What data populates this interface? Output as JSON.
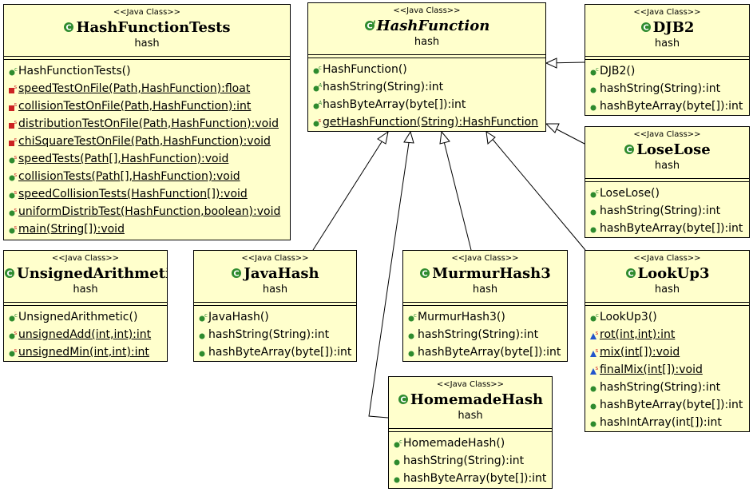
{
  "stereotype": "<<Java Class>>",
  "classes": [
    {
      "id": "tests",
      "name": "HashFunctionTests",
      "package": "hash",
      "ops": [
        {
          "text": "HashFunctionTests()",
          "icon": "constructor",
          "underline": false
        },
        {
          "text": "speedTestOnFile(Path,HashFunction):float",
          "icon": "private-static",
          "underline": true
        },
        {
          "text": "collisionTestOnFile(Path,HashFunction):int",
          "icon": "private-static",
          "underline": true
        },
        {
          "text": "distributionTestOnFile(Path,HashFunction):void",
          "icon": "private-static",
          "underline": true
        },
        {
          "text": "chiSquareTestOnFile(Path,HashFunction):void",
          "icon": "private-static",
          "underline": true
        },
        {
          "text": "speedTests(Path[],HashFunction):void",
          "icon": "public-static",
          "underline": true
        },
        {
          "text": "collisionTests(Path[],HashFunction):void",
          "icon": "public-static",
          "underline": true
        },
        {
          "text": "speedCollisionTests(HashFunction[]):void",
          "icon": "public-static",
          "underline": true
        },
        {
          "text": "uniformDistribTest(HashFunction,boolean):void",
          "icon": "public-static",
          "underline": true
        },
        {
          "text": "main(String[]):void",
          "icon": "public-static",
          "underline": true
        }
      ]
    },
    {
      "id": "hashfunction",
      "name": "HashFunction",
      "package": "hash",
      "abstract": true,
      "ops": [
        {
          "text": "HashFunction()",
          "icon": "constructor",
          "underline": false
        },
        {
          "text": "hashString(String):int",
          "icon": "abstract",
          "underline": false
        },
        {
          "text": "hashByteArray(byte[]):int",
          "icon": "abstract",
          "underline": false
        },
        {
          "text": "getHashFunction(String):HashFunction",
          "icon": "public-static",
          "underline": true
        }
      ]
    },
    {
      "id": "djb2",
      "name": "DJB2",
      "package": "hash",
      "ops": [
        {
          "text": "DJB2()",
          "icon": "constructor",
          "underline": false
        },
        {
          "text": "hashString(String):int",
          "icon": "public",
          "underline": false
        },
        {
          "text": "hashByteArray(byte[]):int",
          "icon": "public",
          "underline": false
        }
      ]
    },
    {
      "id": "loselose",
      "name": "LoseLose",
      "package": "hash",
      "ops": [
        {
          "text": "LoseLose()",
          "icon": "constructor",
          "underline": false
        },
        {
          "text": "hashString(String):int",
          "icon": "public",
          "underline": false
        },
        {
          "text": "hashByteArray(byte[]):int",
          "icon": "public",
          "underline": false
        }
      ]
    },
    {
      "id": "unsigned",
      "name": "UnsignedArithmetic",
      "package": "hash",
      "ops": [
        {
          "text": "UnsignedArithmetic()",
          "icon": "constructor",
          "underline": false
        },
        {
          "text": "unsignedAdd(int,int):int",
          "icon": "public-static",
          "underline": true
        },
        {
          "text": "unsignedMin(int,int):int",
          "icon": "public-static",
          "underline": true
        }
      ]
    },
    {
      "id": "javahash",
      "name": "JavaHash",
      "package": "hash",
      "ops": [
        {
          "text": "JavaHash()",
          "icon": "constructor",
          "underline": false
        },
        {
          "text": "hashString(String):int",
          "icon": "public",
          "underline": false
        },
        {
          "text": "hashByteArray(byte[]):int",
          "icon": "public",
          "underline": false
        }
      ]
    },
    {
      "id": "murmur",
      "name": "MurmurHash3",
      "package": "hash",
      "ops": [
        {
          "text": "MurmurHash3()",
          "icon": "constructor",
          "underline": false
        },
        {
          "text": "hashString(String):int",
          "icon": "public",
          "underline": false
        },
        {
          "text": "hashByteArray(byte[]):int",
          "icon": "public",
          "underline": false
        }
      ]
    },
    {
      "id": "lookup3",
      "name": "LookUp3",
      "package": "hash",
      "ops": [
        {
          "text": "LookUp3()",
          "icon": "constructor",
          "underline": false
        },
        {
          "text": "rot(int,int):int",
          "icon": "package-static",
          "underline": true
        },
        {
          "text": "mix(int[]):void",
          "icon": "package-static",
          "underline": true
        },
        {
          "text": "finalMix(int[]):void",
          "icon": "package-static",
          "underline": true
        },
        {
          "text": "hashString(String):int",
          "icon": "public",
          "underline": false
        },
        {
          "text": "hashByteArray(byte[]):int",
          "icon": "public",
          "underline": false
        },
        {
          "text": "hashIntArray(int[]):int",
          "icon": "public",
          "underline": false
        }
      ]
    },
    {
      "id": "homemade",
      "name": "HomemadeHash",
      "package": "hash",
      "ops": [
        {
          "text": "HomemadeHash()",
          "icon": "constructor",
          "underline": false
        },
        {
          "text": "hashString(String):int",
          "icon": "public",
          "underline": false
        },
        {
          "text": "hashByteArray(byte[]):int",
          "icon": "public",
          "underline": false
        }
      ]
    }
  ],
  "generalizations": [
    {
      "from": "djb2",
      "to": "hashfunction"
    },
    {
      "from": "loselose",
      "to": "hashfunction"
    },
    {
      "from": "javahash",
      "to": "hashfunction"
    },
    {
      "from": "homemade",
      "to": "hashfunction"
    },
    {
      "from": "murmur",
      "to": "hashfunction"
    },
    {
      "from": "lookup3",
      "to": "hashfunction"
    }
  ],
  "colors": {
    "class_fill": "#ffffcc",
    "public": "#2e8b2e",
    "private": "#cc2222",
    "package": "#2255cc",
    "static_mark": "#cc2222"
  }
}
